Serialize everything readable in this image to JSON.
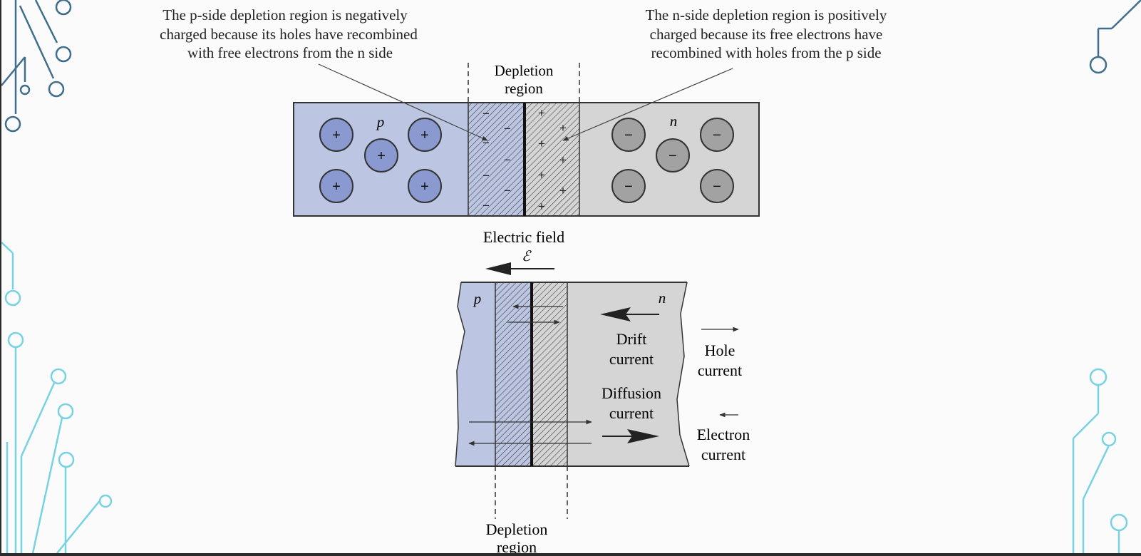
{
  "colors": {
    "p_region": "#bcc6e2",
    "n_region": "#d5d5d5",
    "hole_ion": "#8a9ad0",
    "electron_ion": "#a2a2a2",
    "ink": "#2a2a2a",
    "circuit_dark": "#3f6f8c",
    "circuit_light": "#77d3e3"
  },
  "annotations": {
    "p_side_note": [
      "The p-side depletion region is negatively",
      "charged because its holes have recombined",
      "with free electrons from the n side"
    ],
    "n_side_note": [
      "The n-side depletion region is positively",
      "charged because its free electrons have",
      "recombined with holes from the p side"
    ]
  },
  "top_diagram": {
    "depletion_label": [
      "Depletion",
      "region"
    ],
    "p_label": "p",
    "n_label": "n",
    "plus_sign": "+",
    "minus_sign": "−"
  },
  "field": {
    "label": "Electric field",
    "symbol": "ℰ"
  },
  "bottom_diagram": {
    "p_label": "p",
    "n_label": "n",
    "drift_label": [
      "Drift",
      "current"
    ],
    "diffusion_label": [
      "Diffusion",
      "current"
    ],
    "hole_current_label": [
      "Hole",
      "current"
    ],
    "electron_current_label": [
      "Electron",
      "current"
    ],
    "depletion_label": [
      "Depletion",
      "region"
    ]
  },
  "decoration": {
    "circuit_art_icon": "circuit-trace-icon"
  }
}
